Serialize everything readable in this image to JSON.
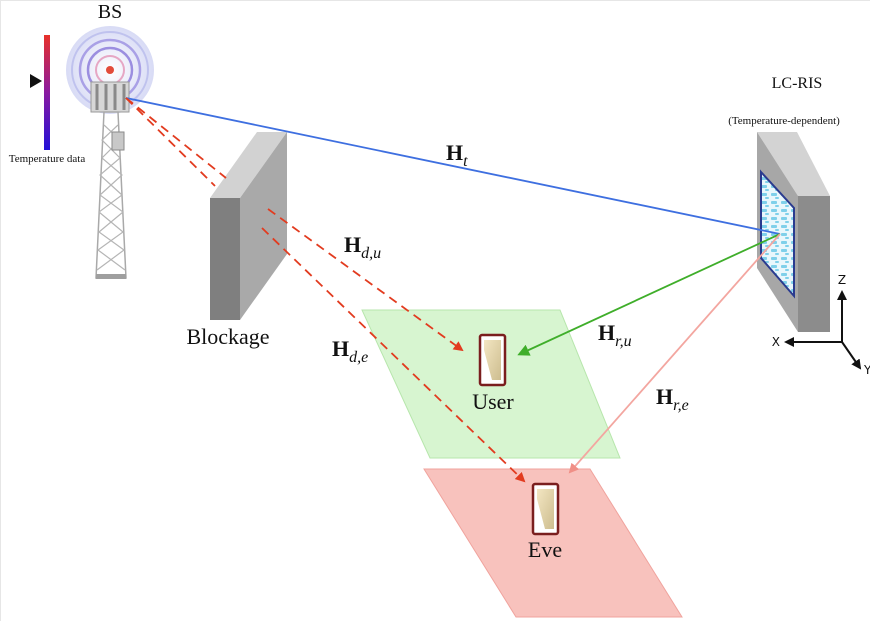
{
  "bs_label": "BS",
  "temperature_label": "Temperature data",
  "ris_label": "LC-RIS",
  "ris_sublabel": "(Temperature-dependent)",
  "blockage_label": "Blockage",
  "user_label": "User",
  "eve_label": "Eve",
  "channels": {
    "ht": {
      "main": "H",
      "sub": "t"
    },
    "hdu": {
      "main": "H",
      "sub": "d,u"
    },
    "hde": {
      "main": "H",
      "sub": "d,e"
    },
    "hru": {
      "main": "H",
      "sub": "r,u"
    },
    "hre": {
      "main": "H",
      "sub": "r,e"
    }
  },
  "axes": {
    "x": "X",
    "y": "Y",
    "z": "Z"
  },
  "colors": {
    "direct_link": "#e23b1f",
    "bs_to_ris": "#3e6fe0",
    "ris_to_user": "#3fae2a",
    "ris_to_eve": "#f3a6a0",
    "user_zone": "#c9f2c0",
    "eve_zone": "#f7b7b2"
  },
  "icons": [
    "tower-icon",
    "thermometer-gradient-icon",
    "phone-icon",
    "ris-panel-icon",
    "wall-icon"
  ]
}
